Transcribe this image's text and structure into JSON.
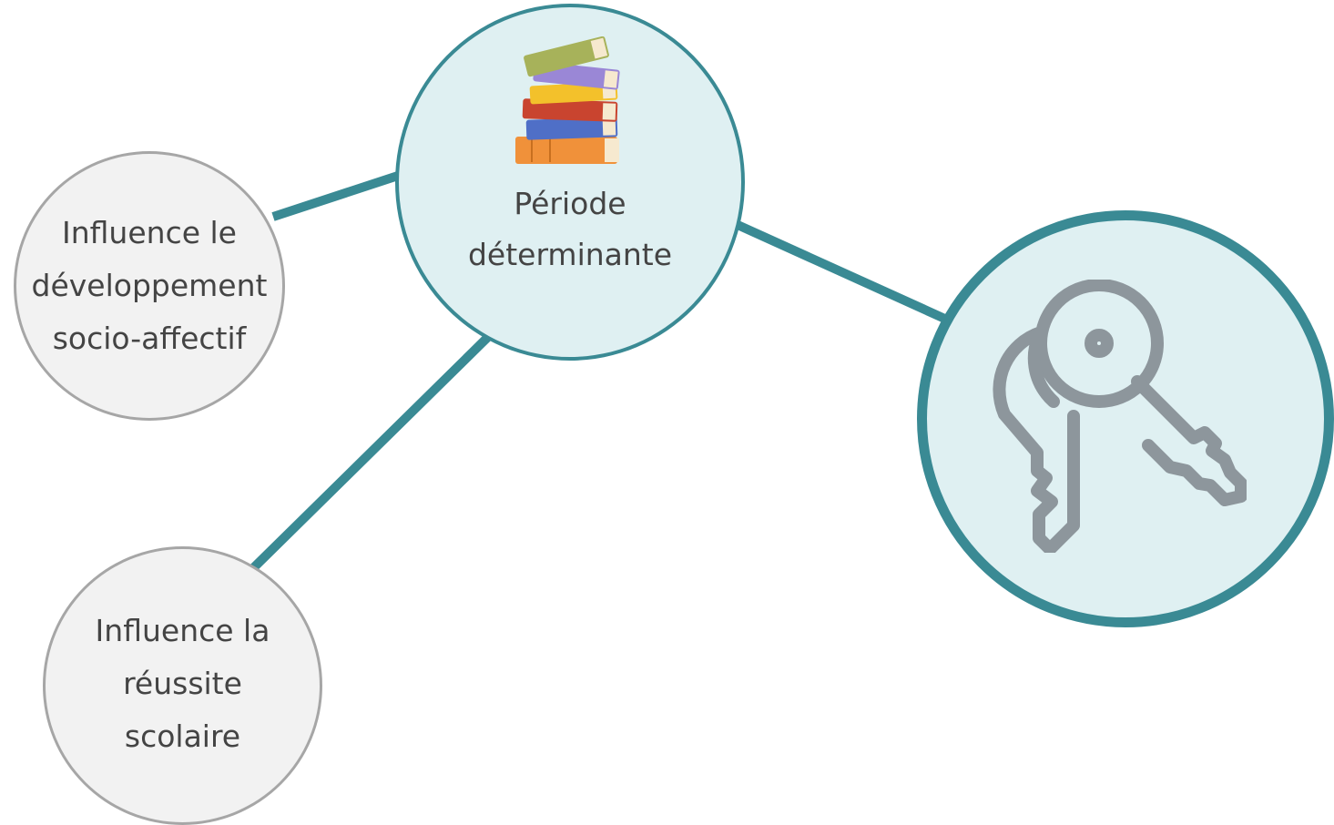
{
  "colors": {
    "teal": "#3a8a94",
    "node_fill_light": "#dff0f2",
    "grey_fill": "#f2f2f2",
    "grey_border": "#a6a6a6",
    "text": "#444444",
    "key_icon": "#8d969c"
  },
  "nodes": {
    "center": {
      "label": "Période\ndéterminante",
      "icon": "books-stack-icon"
    },
    "left_top": {
      "label": "Influence le\ndéveloppement\nsocio-affectif"
    },
    "left_bottom": {
      "label": "Influence la\nréussite\nscolaire"
    },
    "right": {
      "icon": "keys-icon"
    }
  }
}
